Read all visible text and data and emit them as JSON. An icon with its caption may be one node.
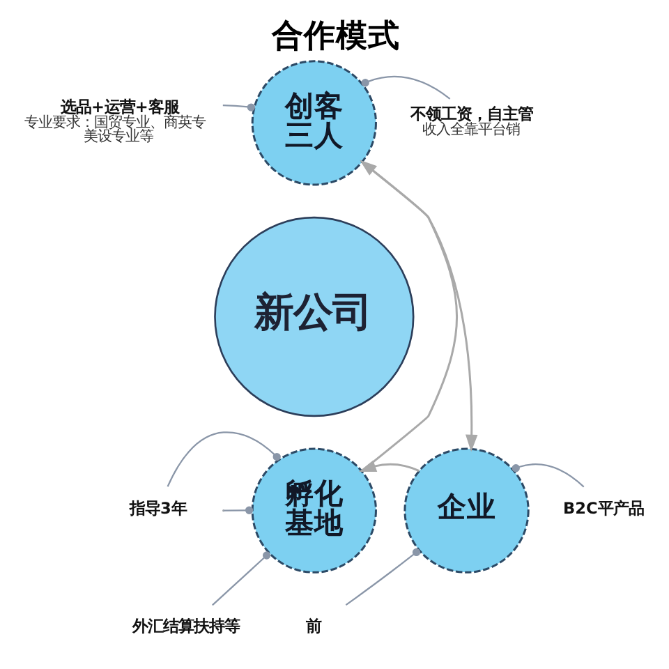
{
  "diagram": {
    "title": "合作模式",
    "nodes": [
      {
        "text": [
          "新公司"
        ]
      },
      {
        "text": [
          "创客三人"
        ]
      },
      {
        "text": [
          "孵化基地"
        ]
      },
      {
        "text": [
          "企业"
        ]
      },
      {
        "text": [
          "选品+运营+客服",
          "专业要求：国贸专业、商英专美设专业等"
        ]
      },
      {
        "text": [
          "不领工资，自主管",
          "收入全靠平台销"
        ]
      },
      {
        "text": [
          "指导3年"
        ]
      },
      {
        "text": [
          "外汇结算扶持等"
        ]
      },
      {
        "text": [
          "B2C平产品"
        ]
      },
      {
        "text": [
          "前"
        ]
      }
    ],
    "edges": [
      {
        "from": 4,
        "to": 1,
        "arrow": "other"
      },
      {
        "from": 5,
        "to": 1,
        "arrow": "other"
      },
      {
        "from": 6,
        "to": 2,
        "arrow": "other"
      },
      {
        "from": null,
        "to": 2,
        "arrow": "other"
      },
      {
        "from": 7,
        "to": 2,
        "arrow": "other"
      },
      {
        "from": 8,
        "to": 3,
        "arrow": "other"
      },
      {
        "from": 9,
        "to": 3,
        "arrow": "other"
      },
      {
        "from": 1,
        "to": 3,
        "arrow": "to"
      },
      {
        "from": 3,
        "to": 2,
        "arrow": "to"
      },
      {
        "from": 2,
        "to": 1,
        "arrow": "to"
      }
    ]
  }
}
